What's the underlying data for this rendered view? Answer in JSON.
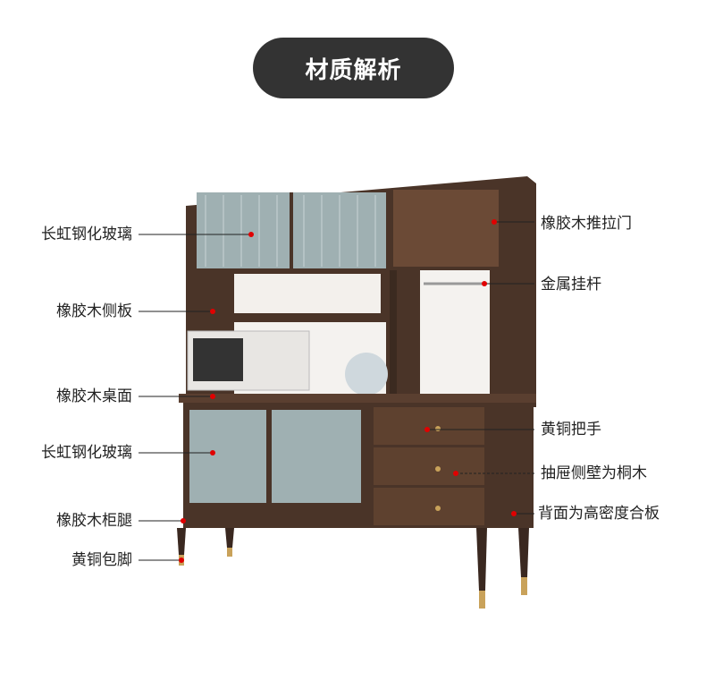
{
  "title": "材质解析",
  "left_labels": [
    "长虹钢化玻璃",
    "橡胶木侧板",
    "橡胶木桌面",
    "长虹钢化玻璃",
    "橡胶木柜腿",
    "黄铜包脚"
  ],
  "right_labels": [
    "橡胶木推拉门",
    "金属挂杆",
    "黄铜把手",
    "抽屉侧壁为桐木",
    "背面为高密度合板"
  ],
  "colors": {
    "wood": "#4a3428",
    "wood_light": "#6b4a36",
    "glass": "#9fb0b2",
    "dot": "#e00000",
    "brass": "#c9a25a"
  }
}
